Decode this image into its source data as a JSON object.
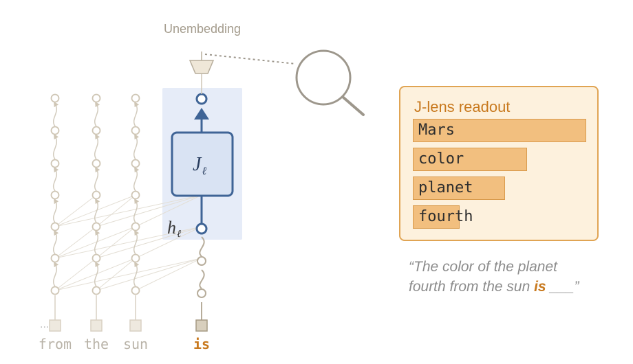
{
  "unembedding_label": "Unembedding",
  "operator": {
    "symbol": "J",
    "subscript": "ℓ"
  },
  "hidden": {
    "symbol": "h",
    "subscript": "ℓ"
  },
  "ellipsis": "...",
  "tokens": [
    "from",
    "the",
    "sun",
    "is"
  ],
  "readout": {
    "title": "J-lens readout",
    "items": [
      {
        "label": "Mars",
        "value": 1.0
      },
      {
        "label": "color",
        "value": 0.66
      },
      {
        "label": "planet",
        "value": 0.53
      },
      {
        "label": "fourth",
        "value": 0.27
      }
    ]
  },
  "prompt": {
    "before_line1": "“The color of the planet",
    "before_line2": "fourth from the sun ",
    "highlight": "is",
    "after": " ___”"
  },
  "colors": {
    "accent_orange": "#c8791e",
    "bar_fill": "#f2bf7f",
    "panel_bg": "#fdf1dd",
    "blue": "#3f6496",
    "blue_panel": "#e6ecf8",
    "faded": "#cfc6b5"
  }
}
